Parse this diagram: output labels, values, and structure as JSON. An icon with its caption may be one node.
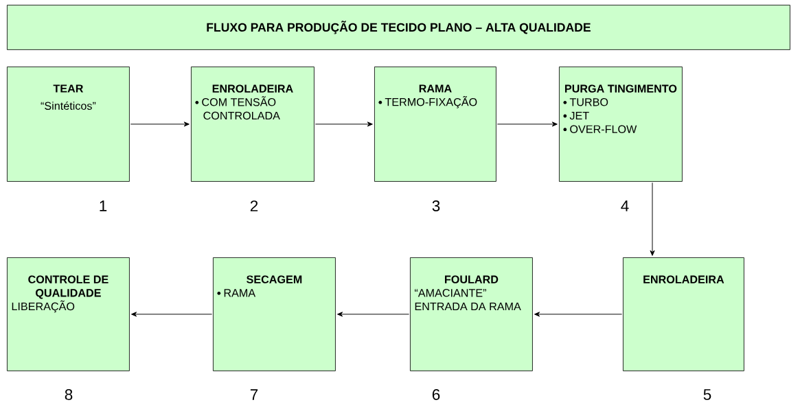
{
  "diagram": {
    "title": "FLUXO PARA PRODUÇÃO DE TECIDO PLANO – ALTA QUALIDADE",
    "nodes": [
      {
        "text": [
          "TEAR",
          "“Sintéticos”"
        ],
        "beside": [
          "1"
        ]
      },
      {
        "text": [
          "ENROLADEIRA",
          "COM TENSÃO CONTROLADA"
        ],
        "beside": [
          "2"
        ]
      },
      {
        "text": [
          "RAMA",
          "TERMO-FIXAÇÃO"
        ],
        "beside": [
          "3"
        ]
      },
      {
        "text": [
          "PURGA TINGIMENTO",
          "TURBO",
          "JET",
          "OVER-FLOW"
        ],
        "beside": [
          "4"
        ]
      },
      {
        "text": [
          "ENROLADEIRA"
        ],
        "beside": [
          "5"
        ]
      },
      {
        "text": [
          "FOULARD",
          "“AMACIANTE” ENTRADA DA RAMA"
        ],
        "beside": [
          "6"
        ]
      },
      {
        "text": [
          "SECAGEM",
          "RAMA"
        ],
        "beside": [
          "7"
        ]
      },
      {
        "text": [
          "CONTROLE DE QUALIDADE",
          "LIBERAÇÃO"
        ],
        "beside": [
          "8"
        ]
      }
    ],
    "edges": [
      {
        "from": 0,
        "to": 1,
        "arrow": "to"
      },
      {
        "from": 1,
        "to": 2,
        "arrow": "to"
      },
      {
        "from": 2,
        "to": 3,
        "arrow": "to"
      },
      {
        "from": 3,
        "to": 4,
        "arrow": "to"
      },
      {
        "from": 4,
        "to": 5,
        "arrow": "to"
      },
      {
        "from": 5,
        "to": 6,
        "arrow": "to"
      },
      {
        "from": 6,
        "to": 7,
        "arrow": "to"
      }
    ]
  }
}
